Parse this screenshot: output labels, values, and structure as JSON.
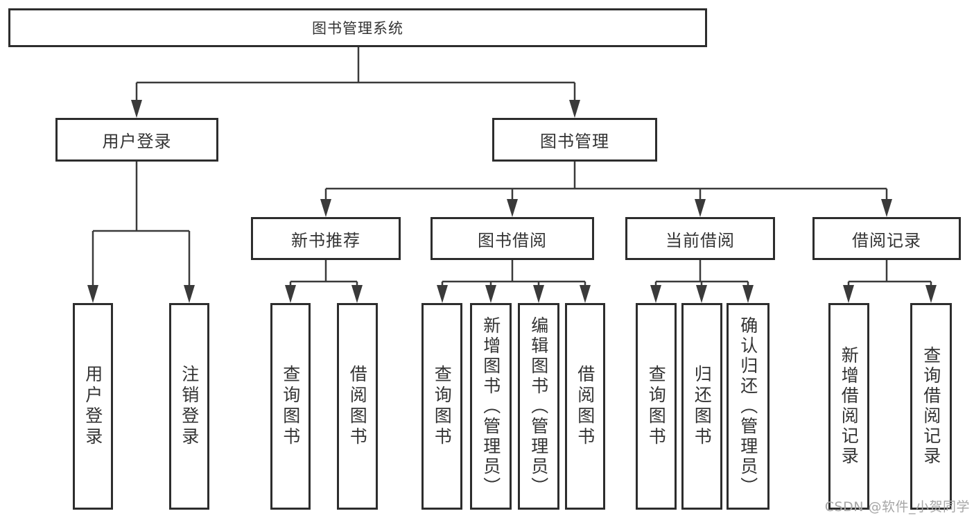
{
  "diagram": {
    "title": "图书管理系统",
    "type": "hierarchy-tree",
    "colors": {
      "background": "#ffffff",
      "border": "#2d2d2d",
      "line": "#3a3a3a",
      "text": "#333333",
      "watermark": "#a6a6a6"
    }
  },
  "nodes": {
    "root": "图书管理系统",
    "user_login": "用户登录",
    "book_management": "图书管理",
    "new_book_recommend": "新书推荐",
    "book_borrowing": "图书借阅",
    "current_borrowing": "当前借阅",
    "borrowing_records": "借阅记录",
    "leaf_user_login": "用户登录",
    "leaf_logout": "注销登录",
    "rec_query_books": "查询图书",
    "rec_borrow_books": "借阅图书",
    "bor_query_books": "查询图书",
    "bor_add_books": "新增图书（管理员）",
    "bor_edit_books": "编辑图书（管理员）",
    "bor_borrow_books": "借阅图书",
    "cur_query_books": "查询图书",
    "cur_return_books": "归还图书",
    "cur_confirm_return": "确认归还（管理员）",
    "rr_add_record": "新增借阅记录",
    "rr_query_record": "查询借阅记录"
  },
  "tree": {
    "root": "图书管理系统",
    "children": [
      {
        "label": "用户登录",
        "children": [
          "用户登录",
          "注销登录"
        ]
      },
      {
        "label": "图书管理",
        "children": [
          {
            "label": "新书推荐",
            "children": [
              "查询图书",
              "借阅图书"
            ]
          },
          {
            "label": "图书借阅",
            "children": [
              "查询图书",
              "新增图书（管理员）",
              "编辑图书（管理员）",
              "借阅图书"
            ]
          },
          {
            "label": "当前借阅",
            "children": [
              "查询图书",
              "归还图书",
              "确认归还（管理员）"
            ]
          },
          {
            "label": "借阅记录",
            "children": [
              "新增借阅记录",
              "查询借阅记录"
            ]
          }
        ]
      }
    ]
  },
  "watermark": "CSDN @软件_小贺同学"
}
